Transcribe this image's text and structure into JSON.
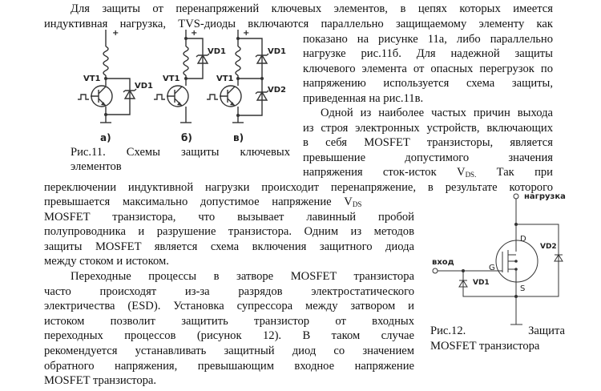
{
  "paragraph1": {
    "lines": [
      "Для защиты от перенапряжений ключевых элементов, в цепях которых имеется",
      "индуктивная нагрузка, TVS-диоды включаются параллельно защищаемому элементу как",
      "показано на рисунке 11а, либо параллельно",
      "нагрузке рис.11б. Для надежной защиты",
      "ключевого элемента от опасных перегрузок по",
      "напряжению используется схема защиты,",
      "приведенная на рис.11в."
    ]
  },
  "paragraph2": {
    "lines": [
      "Одной из наиболее частых причин выхода",
      "из строя электронных устройств, включающих",
      "в себя MOSFET транзисторы, является",
      "превышение допустимого значения"
    ],
    "vds_line_prefix": "напряжения сток-исток V",
    "vds_sub": "DS.",
    "vds_line_suffix": " Так при",
    "line_full": "переключении индуктивной нагрузки происходит перенапряжение, в результате которого",
    "vds2_prefix": "превышается максимально допустимое напряжение V",
    "vds2_sub": "DS",
    "rest": [
      "MOSFET транзистора, что вызывает лавинный пробой",
      "полупроводника и разрушение транзистора. Одним из методов",
      "защиты MOSFET является схема включения защитного диода",
      "между стоком и истоком."
    ]
  },
  "paragraph3": {
    "lines": [
      "Переходные процессы в затворе MOSFET транзистора",
      "часто происходят из-за разрядов электростатического",
      "электричества (ESD). Установка супрессора между затвором и",
      "истоком позволит защитить транзистор от входных",
      "переходных процессов (рисунок 12). В таком случае",
      "рекомендуется устанавливать защитный диод со значением",
      "обратного напряжения, превышающим входное напряжение",
      "MOSFET транзистора."
    ]
  },
  "figure11": {
    "caption_line1": "Рис.11. Схемы защиты ключевых",
    "caption_line2": "элементов",
    "labels": {
      "a": "а)",
      "b": "б)",
      "c": "в)",
      "vt1": "VT1",
      "vd1": "VD1",
      "vd2": "VD2",
      "plus": "+"
    }
  },
  "figure12": {
    "caption_line1_left": "Рис.12.",
    "caption_line1_right": "Защита",
    "caption_line2": "MOSFET транзистора",
    "labels": {
      "load": "нагрузка",
      "input": "вход",
      "d": "D",
      "g": "G",
      "s": "S",
      "vd1": "VD1",
      "vd2": "VD2"
    }
  }
}
